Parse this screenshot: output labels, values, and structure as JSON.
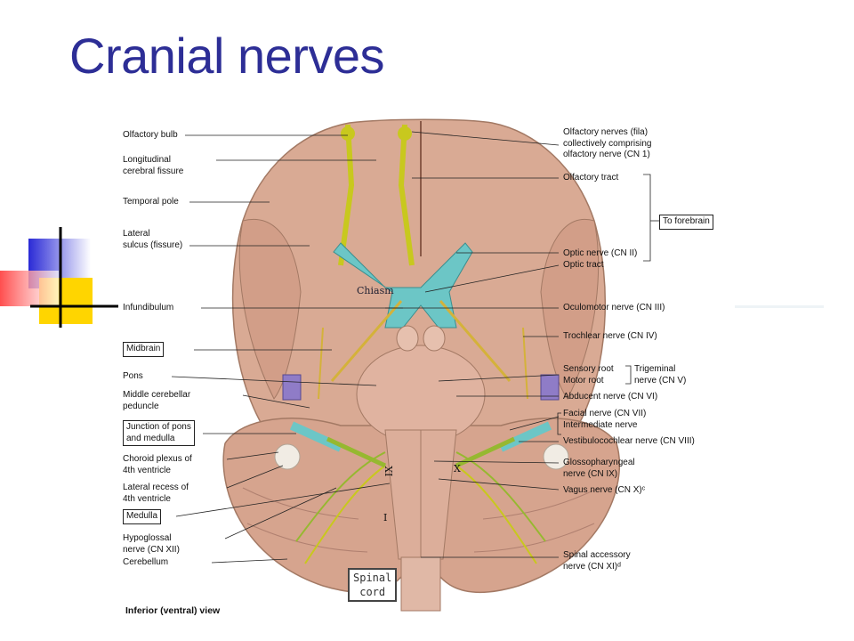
{
  "slide": {
    "title": "Cranial nerves"
  },
  "figure": {
    "caption": "Inferior (ventral) view",
    "chiasm_label": "Chiasm",
    "spinal_cord_label": "Spinal\ncord",
    "roman_ix": "IX",
    "roman_x": "X",
    "roman_xi": "I",
    "left_labels": [
      {
        "id": "olfactory-bulb",
        "text": "Olfactory bulb",
        "boxed": false
      },
      {
        "id": "longitudinal-fissure",
        "text": "Longitudinal\ncerebral fissure",
        "boxed": false
      },
      {
        "id": "temporal-pole",
        "text": "Temporal pole",
        "boxed": false
      },
      {
        "id": "lateral-sulcus",
        "text": "Lateral\nsulcus (fissure)",
        "boxed": false
      },
      {
        "id": "infundibulum",
        "text": "Infundibulum",
        "boxed": false
      },
      {
        "id": "midbrain",
        "text": "Midbrain",
        "boxed": true
      },
      {
        "id": "pons",
        "text": "Pons",
        "boxed": false
      },
      {
        "id": "middle-cerebellar-peduncle",
        "text": "Middle cerebellar\npeduncle",
        "boxed": false
      },
      {
        "id": "junction-pons-medulla",
        "text": "Junction of pons\nand medulla",
        "boxed": true
      },
      {
        "id": "choroid-plexus",
        "text": "Choroid plexus of\n4th ventricle",
        "boxed": false
      },
      {
        "id": "lateral-recess",
        "text": "Lateral recess of\n4th ventricle",
        "boxed": false
      },
      {
        "id": "medulla",
        "text": "Medulla",
        "boxed": true
      },
      {
        "id": "hypoglossal-nerve",
        "text": "Hypoglossal\nnerve (CN XII)",
        "boxed": false
      },
      {
        "id": "cerebellum",
        "text": "Cerebellum",
        "boxed": false
      }
    ],
    "right_labels": [
      {
        "id": "olfactory-nerves",
        "text": "Olfactory nerves (fila)\ncollectively comprising\nolfactory nerve (CN 1)",
        "boxed": false
      },
      {
        "id": "olfactory-tract",
        "text": "Olfactory tract",
        "boxed": false
      },
      {
        "id": "to-forebrain",
        "text": "To forebrain",
        "boxed": true
      },
      {
        "id": "optic-nerve",
        "text": "Optic nerve (CN II)",
        "boxed": false
      },
      {
        "id": "optic-tract",
        "text": "Optic tract",
        "boxed": false
      },
      {
        "id": "oculomotor-nerve",
        "text": "Oculomotor nerve (CN III)",
        "boxed": false
      },
      {
        "id": "trochlear-nerve",
        "text": "Trochlear nerve (CN IV)",
        "boxed": false
      },
      {
        "id": "sensory-motor-root",
        "text": "Sensory root\nMotor root",
        "boxed": false
      },
      {
        "id": "trigeminal-nerve",
        "text": "Trigeminal\nnerve (CN V)",
        "boxed": false
      },
      {
        "id": "abducent-nerve",
        "text": "Abducent nerve (CN VI)",
        "boxed": false
      },
      {
        "id": "facial-nerve",
        "text": "Facial nerve (CN VII)\nIntermediate nerve",
        "boxed": false
      },
      {
        "id": "vestibulocochlear-nerve",
        "text": "Vestibulocochlear nerve (CN VIII)",
        "boxed": false
      },
      {
        "id": "glossopharyngeal-nerve",
        "text": "Glossopharyngeal\nnerve (CN IX)",
        "boxed": false
      },
      {
        "id": "vagus-nerve",
        "text": "Vagus nerve (CN X)ᶜ",
        "boxed": false
      },
      {
        "id": "spinal-accessory-nerve",
        "text": "Spinal accessory\nnerve (CN XI)ᵈ",
        "boxed": false
      }
    ]
  }
}
